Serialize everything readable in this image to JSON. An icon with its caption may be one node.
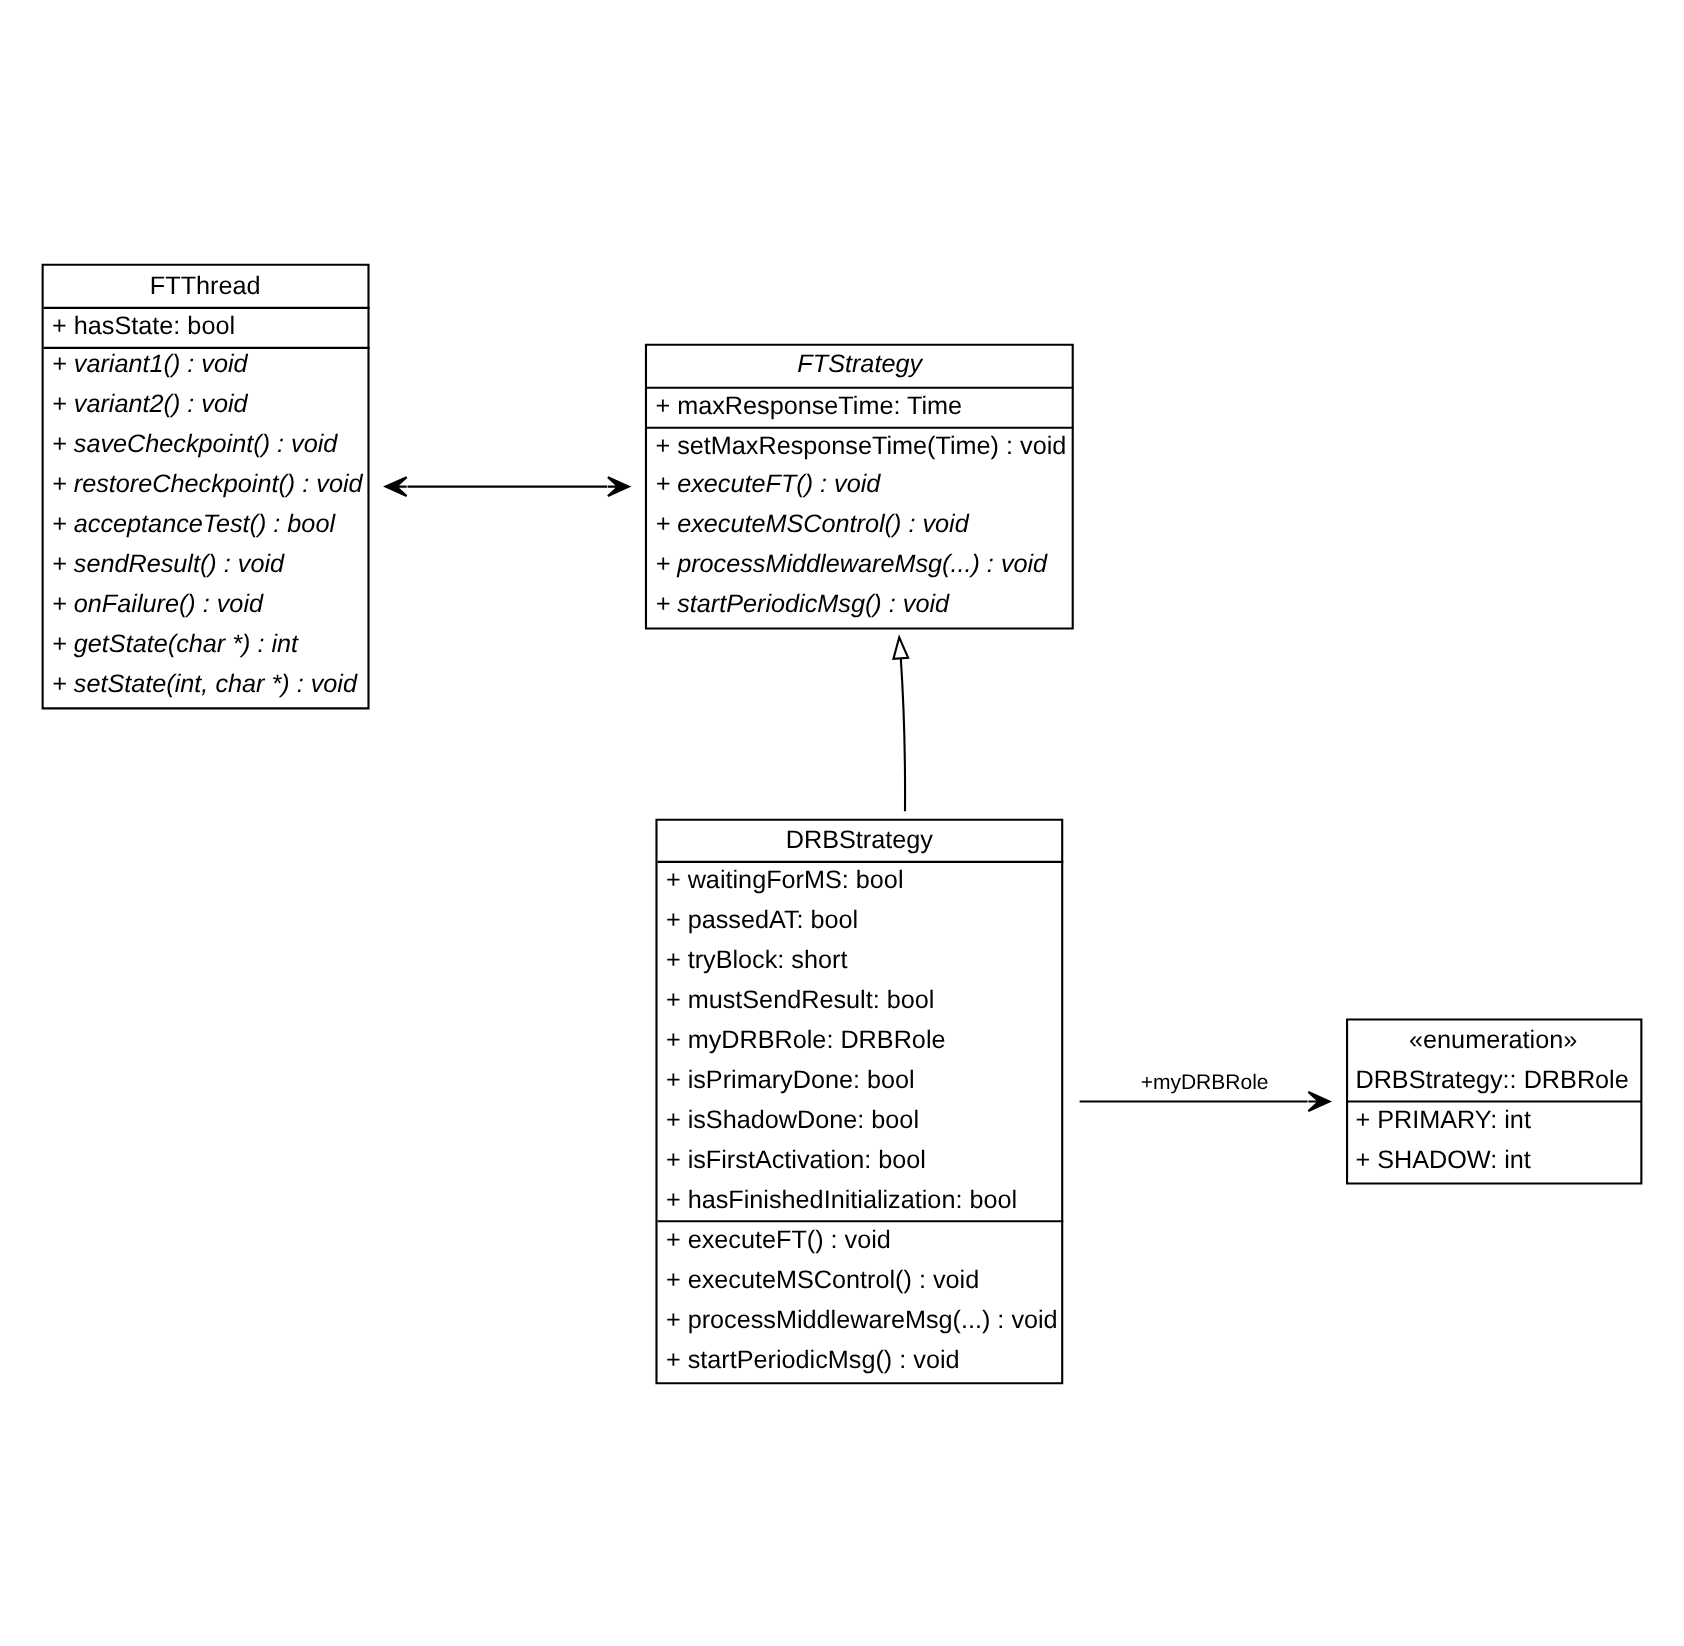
{
  "diagram": {
    "nodes": [
      {
        "text": [
          "FTThread",
          "+ hasState: bool",
          "+ variant1() : void",
          "+ variant2() : void",
          "+ saveCheckpoint() : void",
          "+ restoreCheckpoint() : void",
          "+ acceptanceTest() : bool",
          "+ sendResult() : void",
          "+ onFailure() : void",
          "+ getState(char *) : int",
          "+ setState(int, char *) : void"
        ]
      },
      {
        "text": [
          "FTStrategy",
          "+ maxResponseTime: Time",
          "+ setMaxResponseTime(Time) : void",
          "+ executeFT() : void",
          "+ executeMSControl() : void",
          "+ processMiddlewareMsg(...) : void",
          "+ startPeriodicMsg() : void"
        ]
      },
      {
        "text": [
          "DRBStrategy",
          "+ waitingForMS: bool",
          "+ passedAT: bool",
          "+ tryBlock: short",
          "+ mustSendResult: bool",
          "+ myDRBRole: DRBRole",
          "+ isPrimaryDone: bool",
          "+ isShadowDone: bool",
          "+ isFirstActivation: bool",
          "+ hasFinishedInitialization: bool",
          "+ executeFT() : void",
          "+ executeMSControl() : void",
          "+ processMiddlewareMsg(...) : void",
          "+ startPeriodicMsg() : void"
        ]
      },
      {
        "text": [
          "«enumeration»",
          "DRBStrategy:: DRBRole",
          "+ PRIMARY: int",
          "+ SHADOW: int"
        ]
      }
    ],
    "edges": [
      {
        "from": 0,
        "to": 1,
        "arrow": "both"
      },
      {
        "from": 2,
        "to": 1,
        "arrow": "to"
      },
      {
        "from": 2,
        "to": 3,
        "arrow": "to",
        "label": "+myDRBRole"
      }
    ]
  }
}
